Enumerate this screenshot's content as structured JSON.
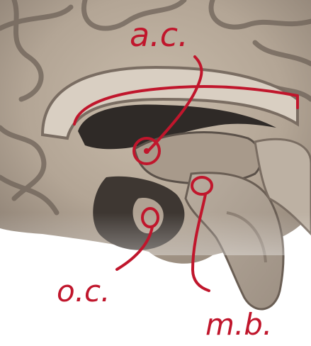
{
  "image": {
    "subject": "midsagittal-brain-section-photo",
    "background": "#ffffff",
    "tissue_colors": {
      "light": "#c9bcab",
      "mid": "#a8998a",
      "dark": "#4a423c",
      "ventricle": "#2f2a27"
    }
  },
  "annotations": {
    "ink_color": "#c0162c",
    "labels": [
      {
        "id": "ac",
        "text": "a.c."
      },
      {
        "id": "oc",
        "text": "o.c."
      },
      {
        "id": "mb",
        "text": "m.b."
      }
    ]
  }
}
